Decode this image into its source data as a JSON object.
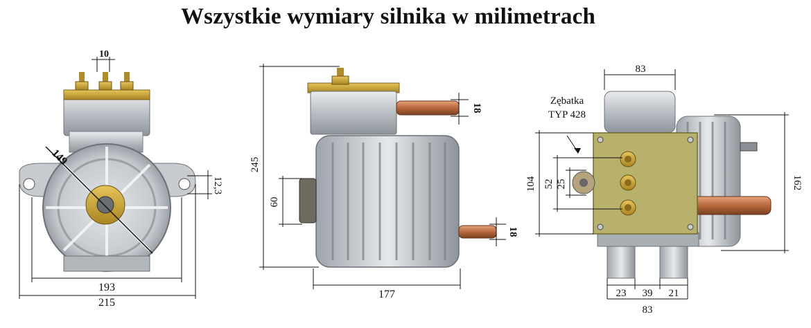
{
  "title": "Wszystkie wymiary silnika w milimetrach",
  "front_view": {
    "bolt_spacing": "10",
    "diameter": "149",
    "mount_hole": "12,3",
    "body_width": "193",
    "flange_width": "215"
  },
  "side_view": {
    "height": "245",
    "sprocket": "60",
    "top_shaft": "18",
    "bottom_shaft": "18",
    "length": "177"
  },
  "rear_view": {
    "top_width": "83",
    "sprocket_label_line1": "Zębatka",
    "sprocket_label_line2": "TYP 428",
    "height_104": "104",
    "height_52": "52",
    "height_25": "25",
    "height_162": "162",
    "foot_left": "23",
    "foot_mid": "39",
    "foot_right": "21",
    "base_width": "83"
  }
}
